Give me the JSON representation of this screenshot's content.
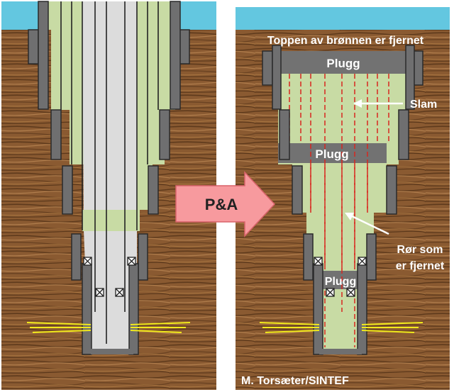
{
  "labels": {
    "top_removed": "Toppen av brønnen er fjernet",
    "plug": "Plugg",
    "mud": "Slam",
    "pipes_removed_line1": "Rør som",
    "pipes_removed_line2": "er fjernet",
    "arrow": "P&A",
    "credit": "M. Torsæter/SINTEF"
  },
  "colors": {
    "sea": "#63c7e0",
    "rock": "#8b5a30",
    "cement": "#c8dba4",
    "wellbore": "#dcdcdc",
    "casing": "#6f6f70",
    "plug": "#727272",
    "removed_pipe_line": "#d7261e",
    "arrow_fill": "#f79a9e",
    "perforation": "#f2ea1c"
  }
}
